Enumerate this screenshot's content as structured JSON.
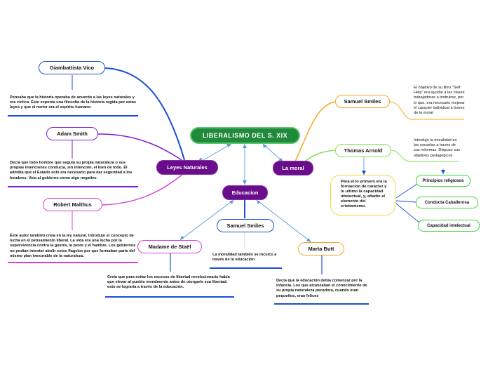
{
  "central": "LIBERALISMO DEL S. XIX",
  "main_nodes": {
    "leyes": "Leyes Naturales",
    "moral": "La moral",
    "educacion": "Educacion"
  },
  "vico": {
    "name": "Giambattista Vico",
    "note": "Pensaba que la historia operaba de acuerdo a las leyes naturales y era cíclica. Éste exponía una filosofía de la historia regida por estas leyes y que el motor era el espíritu humano."
  },
  "smith": {
    "name": "Adam Smith",
    "note": "Decía que todo hombre que seguía su propia naturaleza o sus propias intenciones conducía, sin intención, el bien de todo. Él admitía que el Estado solo era necesario para dar seguridad a los hombres. Veía al gobierno como algo negativo"
  },
  "malthus": {
    "name": "Robert Malthus",
    "note": "Éste autor también creía en la ley natural. Introdujo el concepto de lucha en el pensamiento liberal. La vida era una lucha por la supervivencia contra la guerra, la peste y el hambre. Los gobiernos no podían intentar abolir estos flagelos por que formaban parte del mismo plan inexorable de la naturaleza."
  },
  "smiles_moral": {
    "name": "Samuel Smiles",
    "note": "El objetivo de su libro \"Self Help\" era ayudar a las clases trabajadoras a instruirse, por lo que, era necesario mejorar el caracter individual a traves de la moral"
  },
  "arnold": {
    "name": "Thomas Arnold",
    "note": "Introdujo la moralidad en las escuelas a traves de sus reformas. Dispuso sus objetivos pedagogicos",
    "box": "Para el lo primero era la formacion de caracter y lo ultimo la capacidad intelectual, y, añadio el elemento del cristianismo.",
    "principios": "Principios religiosos",
    "conducta": "Conducta Caballerosa",
    "capacidad": "Capacidad intelectual"
  },
  "stael": {
    "name": "Madame de Staël",
    "note": "Creía que para evitar los excesos de libertad revolucionario había que elevar al pueblo moralmente antes de otorgarle esa libertad. esto se lograría a través de la educación."
  },
  "smiles_edu": {
    "name": "Samuel Smiles",
    "note": "La moralidad también se inculco a través de la educación"
  },
  "butt": {
    "name": "Marta Butt",
    "note": "Decia que la educación debia comenzar por la infancia. Los que alcanzaban el conocimiento de su propia naturaleza pecadora, cuando eran pequeños, eran felices"
  },
  "colors": {
    "central": "#1e8a3a",
    "main": "#6a0d8a",
    "blue": "#1a4fd6",
    "purple": "#7b1fd1",
    "magenta": "#d640d6",
    "orange": "#f5a623",
    "lightgreen": "#86e05a",
    "yellow": "#e6dc3a",
    "green": "#3dd63d",
    "connector": "#5a9ad6"
  }
}
